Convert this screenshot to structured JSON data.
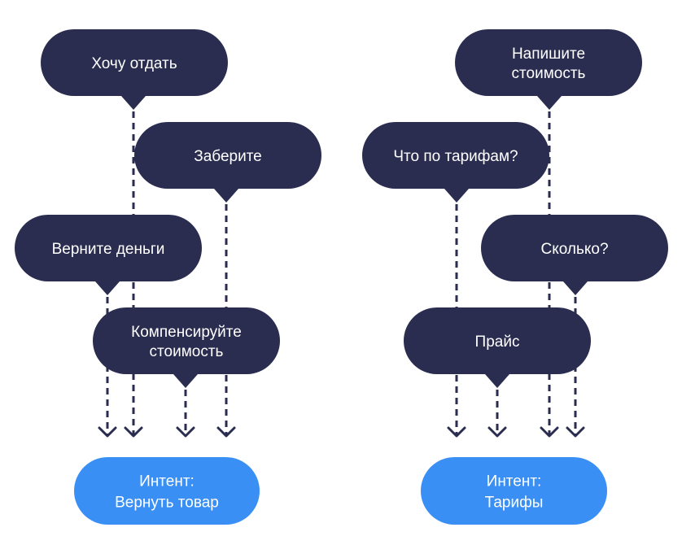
{
  "colors": {
    "bubble": "#2a2d4f",
    "intent": "#3a8ff5",
    "connector": "#2a2d4f",
    "text": "#ffffff",
    "background": "#ffffff"
  },
  "groups": [
    {
      "id": "return-goods",
      "phrases": [
        {
          "lines": [
            "Хочу отдать"
          ]
        },
        {
          "lines": [
            "Заберите"
          ]
        },
        {
          "lines": [
            "Верните деньги"
          ]
        },
        {
          "lines": [
            "Компенсируйте",
            "стоимость"
          ]
        }
      ],
      "intent": {
        "lines": [
          "Интент:",
          "Вернуть товар"
        ]
      }
    },
    {
      "id": "tariffs",
      "phrases": [
        {
          "lines": [
            "Напишите",
            "стоимость"
          ]
        },
        {
          "lines": [
            "Что по тарифам?"
          ]
        },
        {
          "lines": [
            "Сколько?"
          ]
        },
        {
          "lines": [
            "Прайс"
          ]
        }
      ],
      "intent": {
        "lines": [
          "Интент:",
          "Тарифы"
        ]
      }
    }
  ]
}
